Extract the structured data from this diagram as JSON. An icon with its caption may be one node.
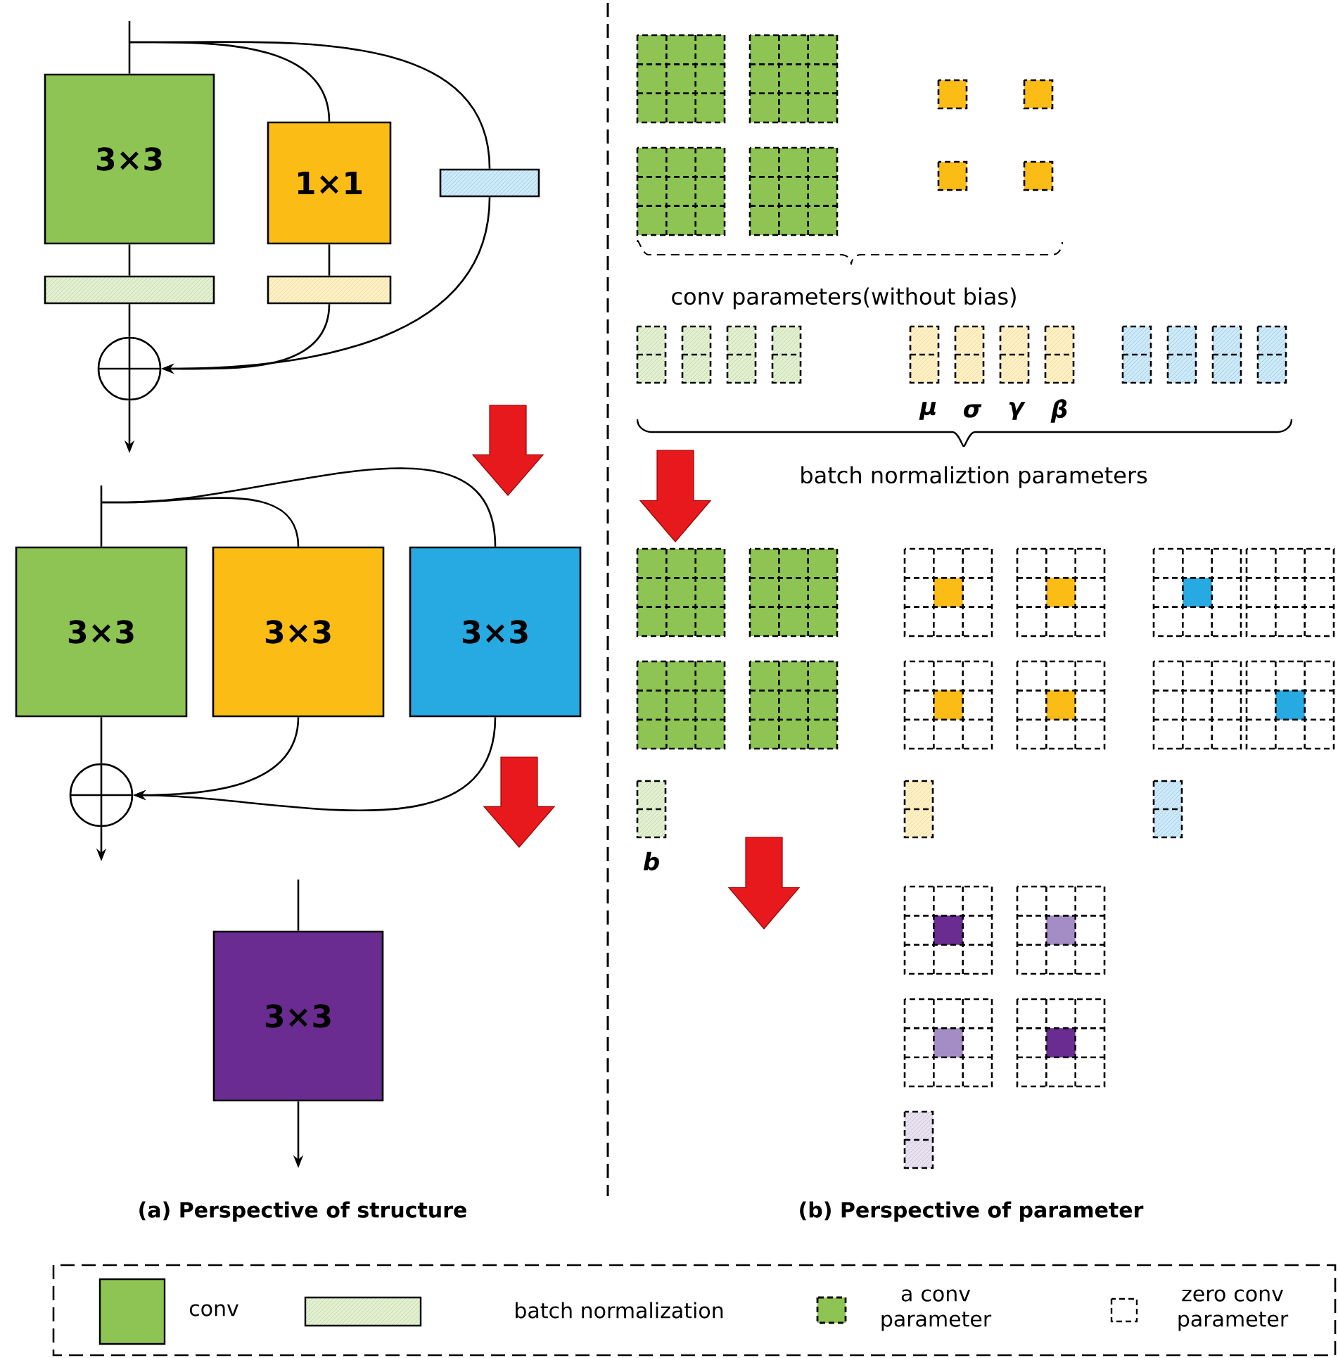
{
  "diagram": {
    "nodes": [
      {
        "text": [
          "3×3"
        ]
      },
      {
        "text": [
          "1×1"
        ]
      },
      {
        "text": [],
        "shape": "bar"
      },
      {
        "text": [],
        "shape": "bar"
      },
      {
        "text": [],
        "shape": "bar"
      },
      {
        "text": [],
        "shape": "circle"
      },
      {
        "text": [
          "3×3"
        ]
      },
      {
        "text": [
          "3×3"
        ]
      },
      {
        "text": [
          "3×3"
        ]
      },
      {
        "text": [],
        "shape": "circle"
      },
      {
        "text": [
          "3×3"
        ]
      }
    ],
    "edges": [
      {
        "from": null,
        "to": 0,
        "arrow": "none"
      },
      {
        "from": null,
        "to": 1,
        "arrow": "none"
      },
      {
        "from": null,
        "to": 4,
        "arrow": "none"
      },
      {
        "from": 0,
        "to": 2,
        "arrow": "none"
      },
      {
        "from": 1,
        "to": 3,
        "arrow": "none"
      },
      {
        "from": 2,
        "to": 5,
        "arrow": "none"
      },
      {
        "from": 3,
        "to": 5,
        "arrow": "to"
      },
      {
        "from": 4,
        "to": 5,
        "arrow": "to"
      },
      {
        "from": 5,
        "to": null,
        "arrow": "to"
      },
      {
        "from": null,
        "to": 6,
        "arrow": "none"
      },
      {
        "from": null,
        "to": 7,
        "arrow": "none"
      },
      {
        "from": null,
        "to": 8,
        "arrow": "none"
      },
      {
        "from": 6,
        "to": 9,
        "arrow": "none"
      },
      {
        "from": 7,
        "to": 9,
        "arrow": "to"
      },
      {
        "from": 8,
        "to": 9,
        "arrow": "to"
      },
      {
        "from": 9,
        "to": null,
        "arrow": "to"
      },
      {
        "from": null,
        "to": 10,
        "arrow": "none"
      },
      {
        "from": 10,
        "to": null,
        "arrow": "to"
      }
    ],
    "labels": [
      "conv parameters(without bias)",
      "μ",
      "σ",
      "γ",
      "β",
      "batch normaliztion parameters",
      "b",
      "(a) Perspective of structure",
      "(b) Perspective of parameter"
    ],
    "legend": [
      {
        "text": "conv",
        "color": "#8dc453"
      },
      {
        "text": "batch normalization"
      },
      {
        "text": "a conv parameter"
      },
      {
        "text": "zero conv parameter"
      }
    ]
  }
}
